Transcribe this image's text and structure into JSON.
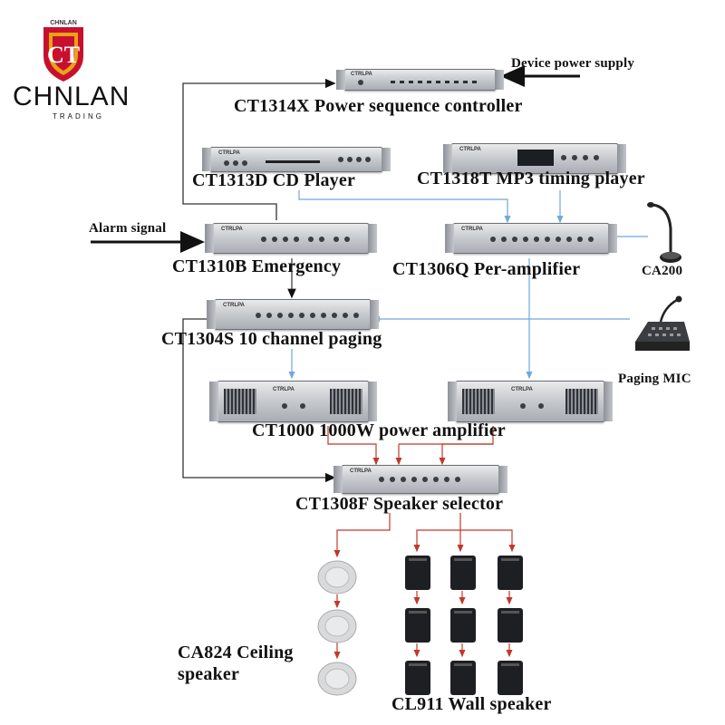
{
  "brand": {
    "name": "CHNLAN",
    "sub": "TRADING",
    "badge_top": "CHNLAN",
    "colors": {
      "red": "#c8102e",
      "gold": "#e8a317"
    }
  },
  "labels": {
    "power_supply": "Device power supply",
    "ct1314x": "CT1314X Power sequence controller",
    "ct1313d": "CT1313D CD Player",
    "ct1318t": "CT1318T MP3 timing player",
    "alarm": "Alarm signal",
    "ct1310b": "CT1310B Emergency",
    "ct1306q": "CT1306Q Per-amplifier",
    "ca200": "CA200",
    "ct1304s": "CT1304S 10 channel paging",
    "paging_mic": "Paging MIC",
    "ct1000": "CT1000 1000W power amplifier",
    "ct1308f": "CT1308F Speaker selector",
    "ca824": "CA824 Ceiling speaker",
    "cl911": "CL911 Wall speaker"
  },
  "colors": {
    "wire_blue": "#6fa8dc",
    "wire_red": "#c0392b",
    "wire_dark": "#2a2a2a"
  }
}
